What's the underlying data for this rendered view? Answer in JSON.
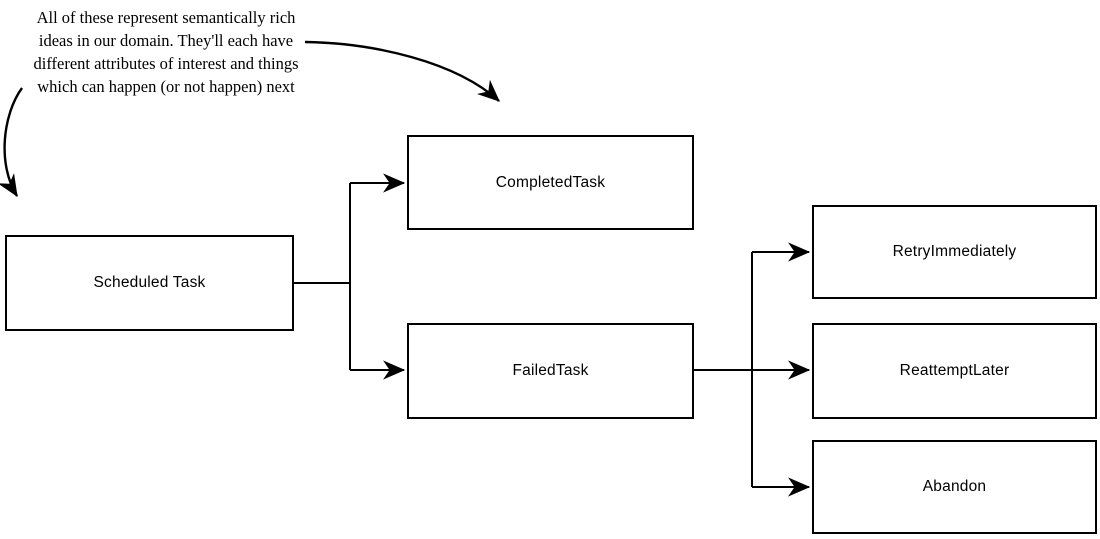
{
  "annotation": {
    "lines": [
      "All of these represent semantically rich",
      "ideas in our domain. They'll each have",
      "different attributes of interest and things",
      "which can happen (or not happen) next"
    ]
  },
  "nodes": {
    "scheduled": {
      "label": "Scheduled Task"
    },
    "completed": {
      "label": "CompletedTask"
    },
    "failed": {
      "label": "FailedTask"
    },
    "retry": {
      "label": "RetryImmediately"
    },
    "reattempt": {
      "label": "ReattemptLater"
    },
    "abandon": {
      "label": "Abandon"
    }
  },
  "edges": [
    {
      "from": "Scheduled Task",
      "to": "CompletedTask"
    },
    {
      "from": "Scheduled Task",
      "to": "FailedTask"
    },
    {
      "from": "FailedTask",
      "to": "RetryImmediately"
    },
    {
      "from": "FailedTask",
      "to": "ReattemptLater"
    },
    {
      "from": "FailedTask",
      "to": "Abandon"
    }
  ],
  "colors": {
    "stroke": "#000000",
    "background": "#ffffff",
    "text": "#000000"
  }
}
